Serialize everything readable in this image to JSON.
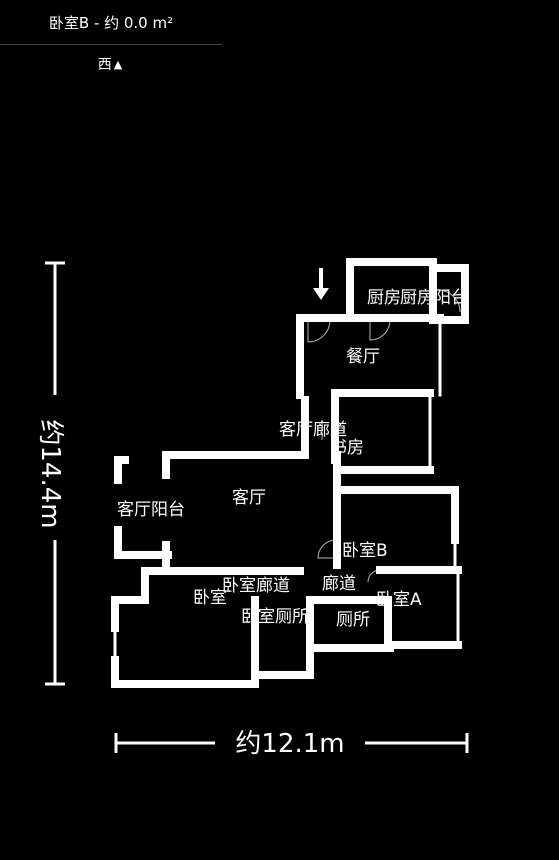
{
  "header": {
    "title": "卧室B - 约 0.0 m²"
  },
  "orientation": {
    "label": "西",
    "arrow": "▲"
  },
  "dimensions": {
    "height_label": "约14.4m",
    "width_label": "约12.1m"
  },
  "rooms": {
    "kitchen": "厨房",
    "kitchen_balcony": "厨房阳台",
    "dining": "餐厅",
    "living_corridor": "客厅廊道",
    "study": "书房",
    "living": "客厅",
    "living_balcony": "客厅阳台",
    "bedroom_b": "卧室B",
    "bedroom_corridor": "卧室廊道",
    "corridor": "廊道",
    "bedroom": "卧室",
    "bedroom_bath": "卧室厕所",
    "bathroom": "厕所",
    "bedroom_a": "卧室A"
  }
}
